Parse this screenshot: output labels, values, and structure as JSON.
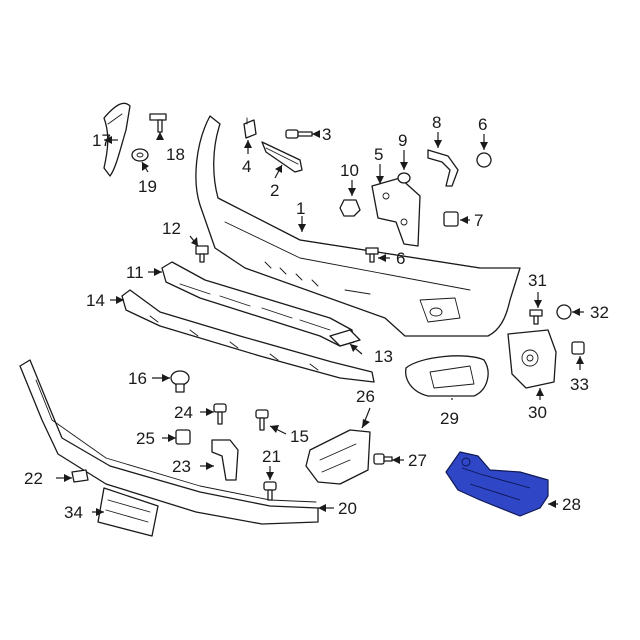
{
  "diagram": {
    "type": "exploded-parts-diagram",
    "highlight_color": "#2f47c6",
    "line_color": "#1a1a1a",
    "highlighted_part": "28",
    "callouts": {
      "c1": "1",
      "c2": "2",
      "c3": "3",
      "c4": "4",
      "c5": "5",
      "c6a": "6",
      "c6b": "6",
      "c7": "7",
      "c8": "8",
      "c9": "9",
      "c10": "10",
      "c11": "11",
      "c12": "12",
      "c13": "13",
      "c14": "14",
      "c15": "15",
      "c16": "16",
      "c17": "17",
      "c18": "18",
      "c19": "19",
      "c20": "20",
      "c21": "21",
      "c22": "22",
      "c23": "23",
      "c24": "24",
      "c25": "25",
      "c26": "26",
      "c27": "27",
      "c28": "28",
      "c29": "29",
      "c30": "30",
      "c31": "31",
      "c32": "32",
      "c33": "33",
      "c34": "34"
    }
  }
}
